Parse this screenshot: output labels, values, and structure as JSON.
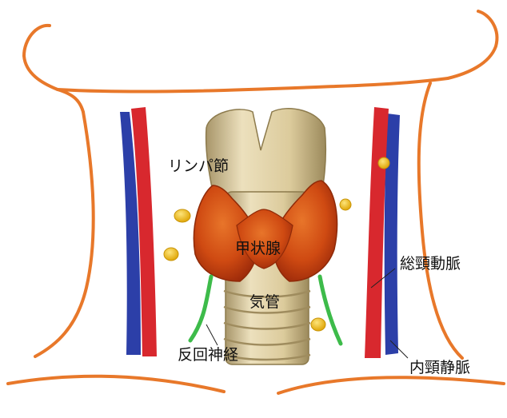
{
  "labels": {
    "lymph_node": "リンパ節",
    "thyroid": "甲状腺",
    "trachea": "気管",
    "recurrent_laryngeal_nerve": "反回神経",
    "common_carotid_artery": "総頸動脈",
    "internal_jugular_vein": "内頸静脈"
  },
  "colors": {
    "outline": "#e8782a",
    "artery": "#d8282e",
    "vein": "#2c3fa8",
    "nerve": "#3dbb4a",
    "lymph_node": "#f2c31c",
    "thyroid": "#cf4a12",
    "trachea": "#d9c99c"
  }
}
